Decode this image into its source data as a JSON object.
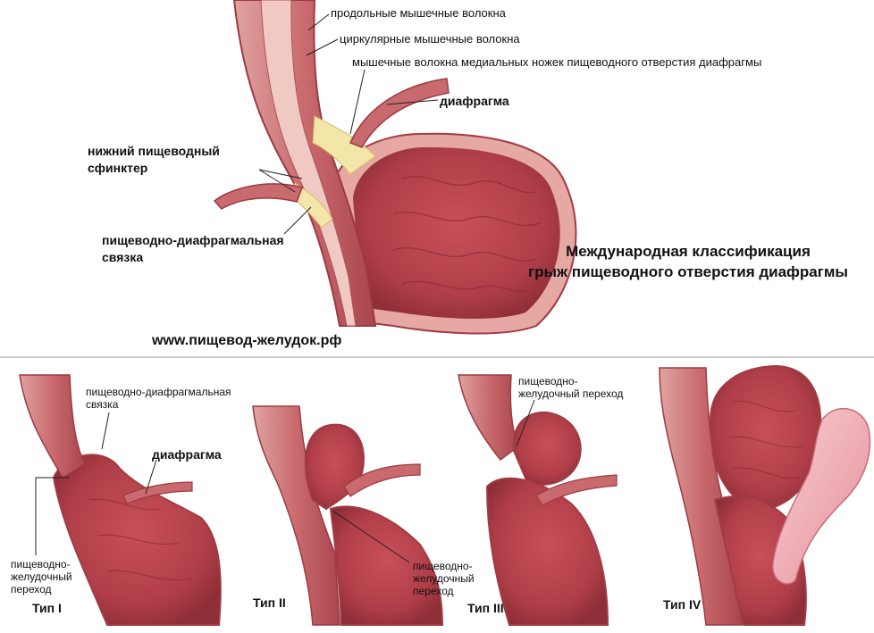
{
  "top": {
    "labels": {
      "longitudinal": "продольные мышечные волокна",
      "circular": "циркулярные мышечные волокна",
      "crura": "мышечные волокна медиальных ножек пищеводного отверстия диафрагмы",
      "diaphragm": "диафрагма",
      "les_line1": "нижний пищеводный",
      "les_line2": "сфинктер",
      "ligament_line1": "пищеводно-диафрагмальная",
      "ligament_line2": "связка"
    },
    "title_line1": "Международная классификация",
    "title_line2": "грыж пищеводного отверстия диафрагмы",
    "website": "www.пищевод-желудок.рф"
  },
  "types": [
    {
      "name": "Тип I",
      "labels": {
        "ligament_line1": "пищеводно-диафрагмальная",
        "ligament_line2": "связка",
        "diaphragm": "диафрагма",
        "junction_line1": "пищеводно-",
        "junction_line2": "желудочный",
        "junction_line3": "переход"
      }
    },
    {
      "name": "Тип II",
      "labels": {
        "junction_line1": "пищеводно-",
        "junction_line2": "желудочный",
        "junction_line3": "переход"
      }
    },
    {
      "name": "Тип III",
      "labels": {
        "junction_line1": "пищеводно-",
        "junction_line2": "желудочный переход"
      }
    },
    {
      "name": "Тип IV",
      "labels": {}
    }
  ],
  "colors": {
    "tissue": "#b8424c",
    "tissue_dark": "#8a2b33",
    "lining": "#efc2b9",
    "fat": "#f3e6a8",
    "divider": "#999999"
  }
}
